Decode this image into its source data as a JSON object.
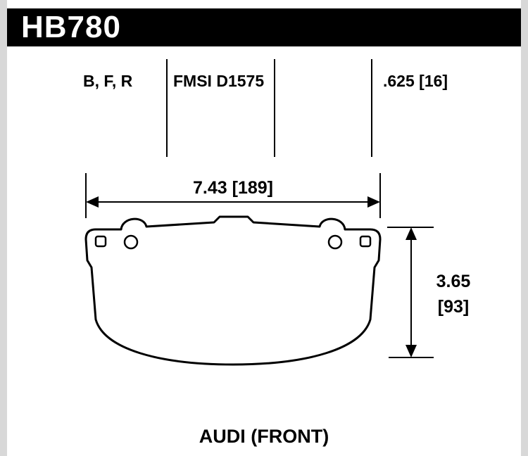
{
  "part": {
    "number": "HB780",
    "compounds": "B, F, R",
    "fmsi": "FMSI D1575",
    "pad_thickness": ".625 [16]",
    "application": "AUDI (FRONT)"
  },
  "dimensions": {
    "width": "7.43 [189]",
    "height_in": "3.65",
    "height_mm": "[93]"
  },
  "colors": {
    "header_bg": "#000000",
    "header_text": "#ffffff",
    "line": "#000000",
    "edge_strip": "#d8d8d8",
    "background": "#ffffff"
  }
}
